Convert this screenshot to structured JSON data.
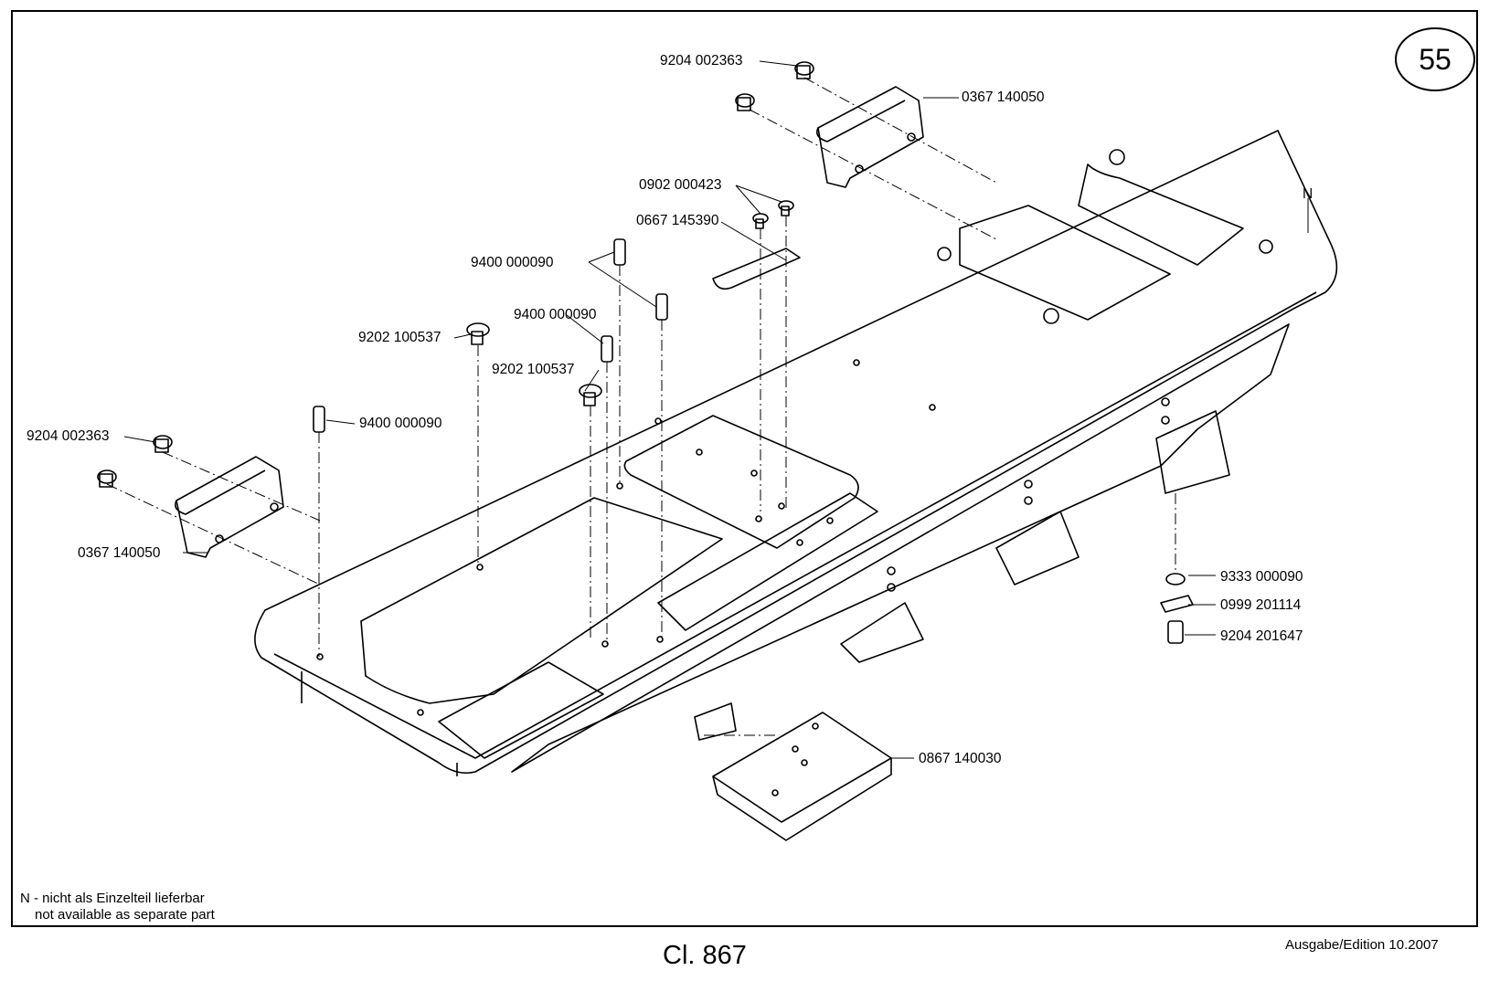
{
  "page_number": "55",
  "class_label": "Cl. 867",
  "edition": "Ausgabe/Edition  10.2007",
  "footnote": {
    "de": "N - nicht als Einzelteil lieferbar",
    "en": "not available as separate part"
  },
  "marker_n": "N",
  "parts": {
    "screw_hinge_top": "9204 002363",
    "hinge_top": "0367 140050",
    "screws_plate": "0902 000423",
    "plate_small": "0667 145390",
    "stud_a": "9400 000090",
    "stud_b": "9400 000090",
    "screw_a": "9202 100537",
    "screw_b": "9202 100537",
    "screw_hinge_left": "9204 002363",
    "stud_left": "9400 000090",
    "hinge_left": "0367 140050",
    "washer": "9333 000090",
    "clip": "0999 201114",
    "screw_cap": "9204 201647",
    "cover_plate": "0867 140030"
  }
}
